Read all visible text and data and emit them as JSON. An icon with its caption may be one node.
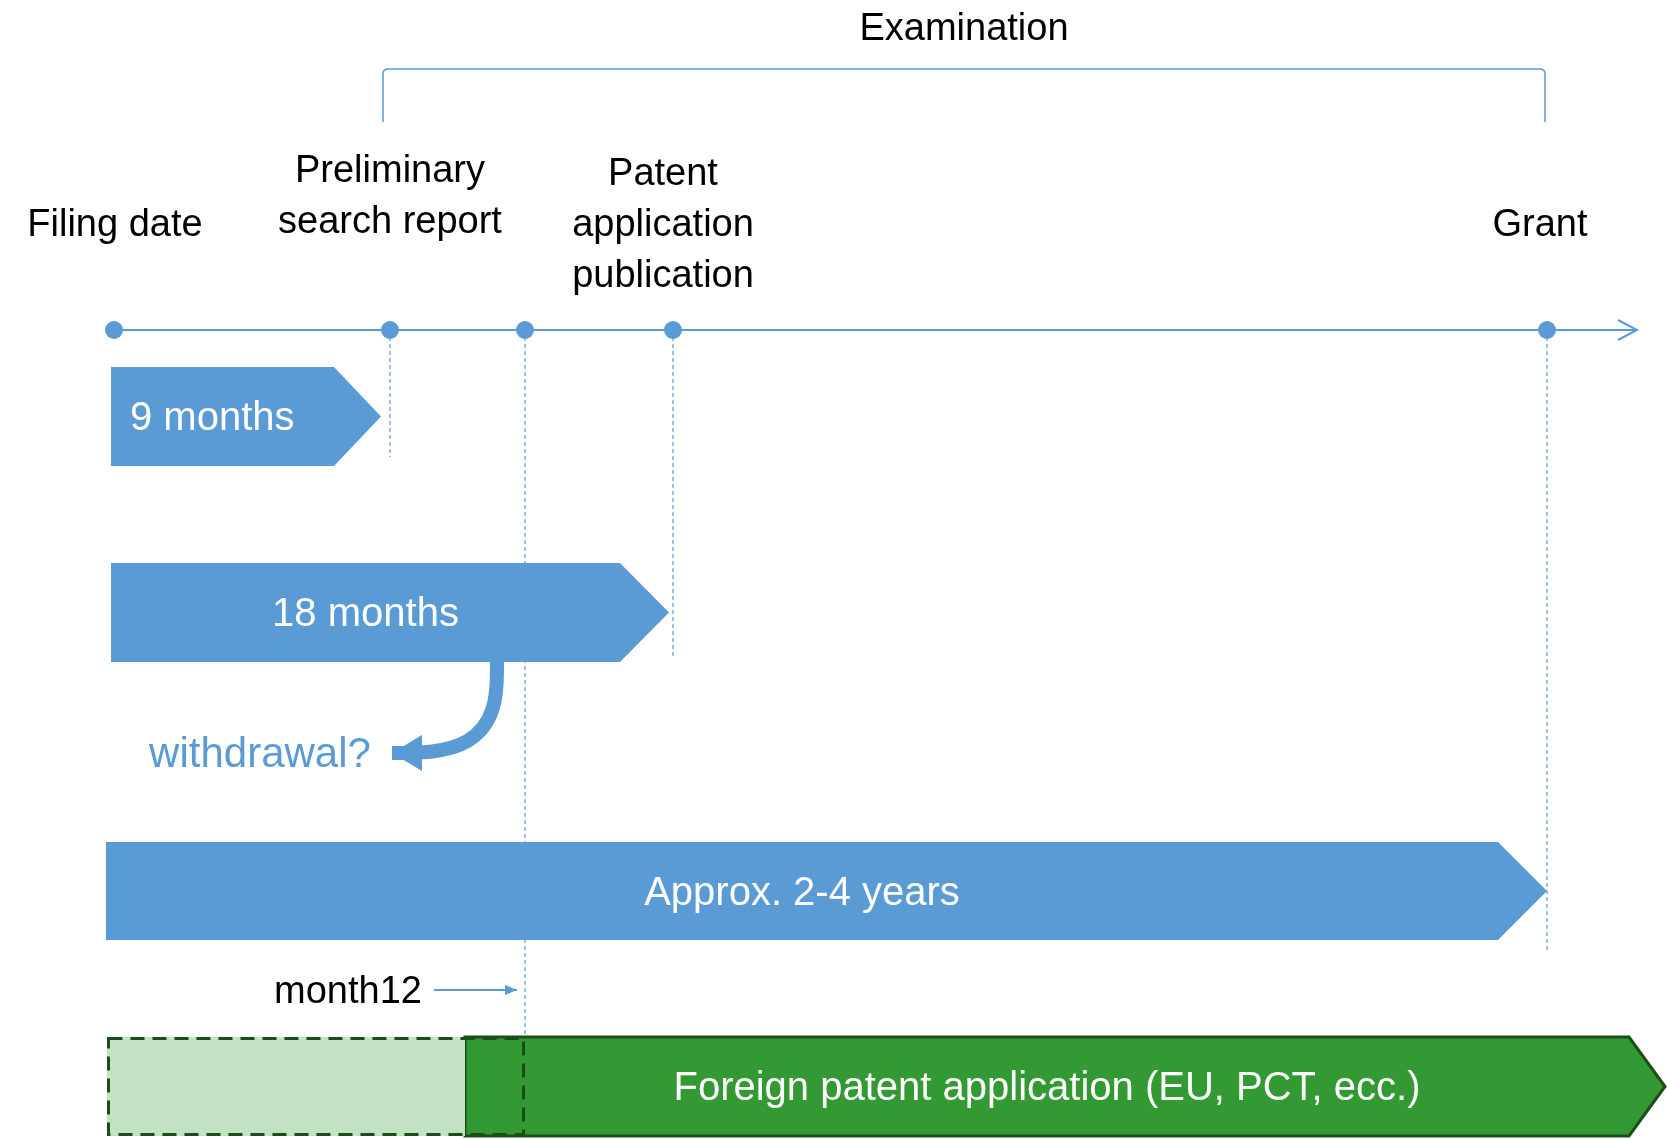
{
  "diagram": {
    "nodes": [
      {
        "text": [
          "9 months"
        ]
      },
      {
        "text": [
          "18 months"
        ]
      },
      {
        "text": [
          "withdrawal?"
        ]
      },
      {
        "text": [
          "Approx. 2-4 years"
        ]
      },
      {
        "text": [
          "month12"
        ]
      },
      {
        "text": [],
        "shape": "box"
      },
      {
        "text": [
          "Foreign patent application (EU, PCT, ecc.)"
        ]
      }
    ],
    "edges": [
      {
        "from": 1,
        "to": 2,
        "arrow": "to",
        "style": "thick"
      },
      {
        "from": 4,
        "to": null,
        "arrow": "to"
      }
    ],
    "labels": [
      "Examination",
      "Filing date",
      "Preliminary search report",
      "Patent application publication",
      "Grant"
    ]
  }
}
